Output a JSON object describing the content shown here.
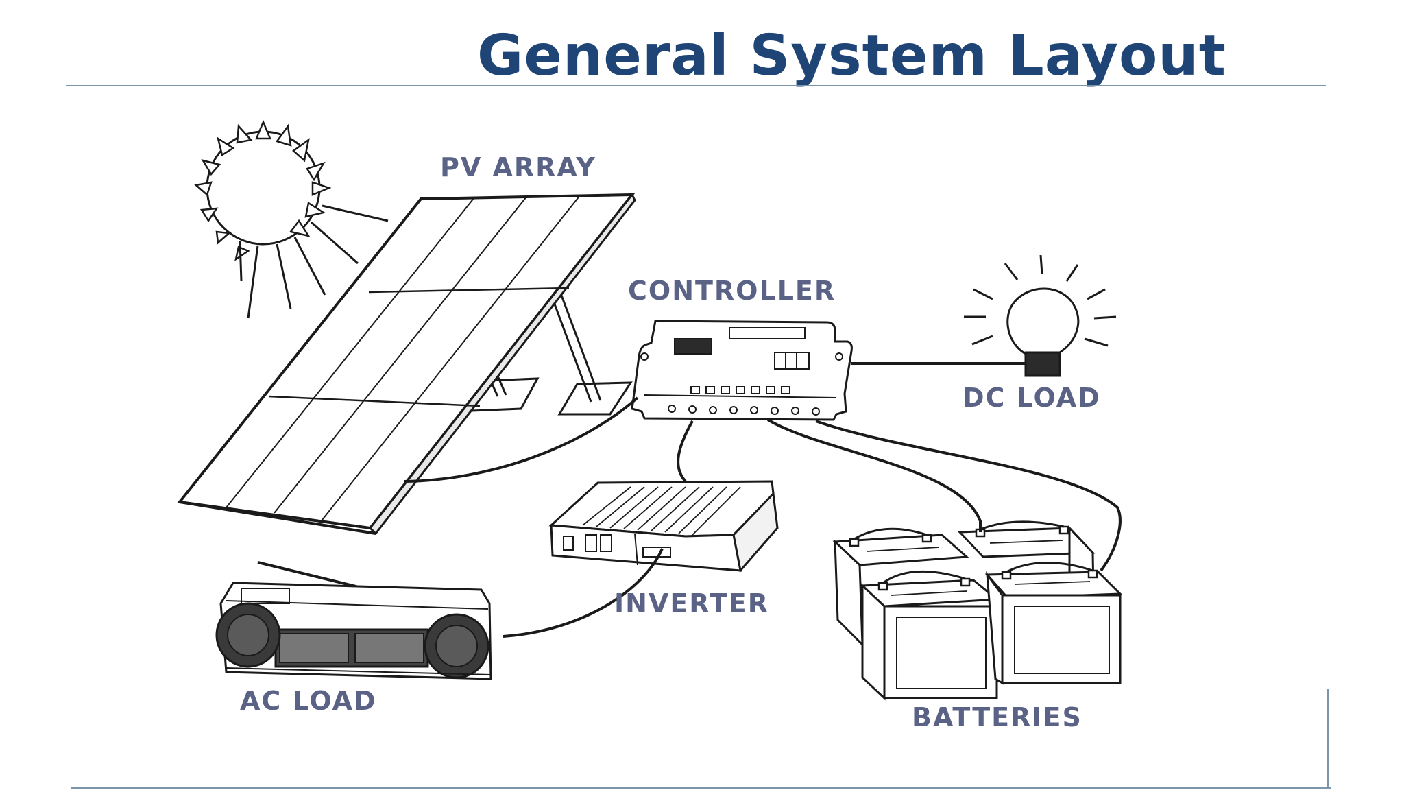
{
  "title": "General System Layout",
  "labels": {
    "pv_array": "PV ARRAY",
    "controller": "CONTROLLER",
    "dc_load": "DC LOAD",
    "inverter": "INVERTER",
    "ac_load": "AC LOAD",
    "batteries": "BATTERIES"
  },
  "colors": {
    "title": "#1f4576",
    "label": "#5a6385",
    "rule": "#7d95aa",
    "line_art": "#1a1a1a"
  }
}
